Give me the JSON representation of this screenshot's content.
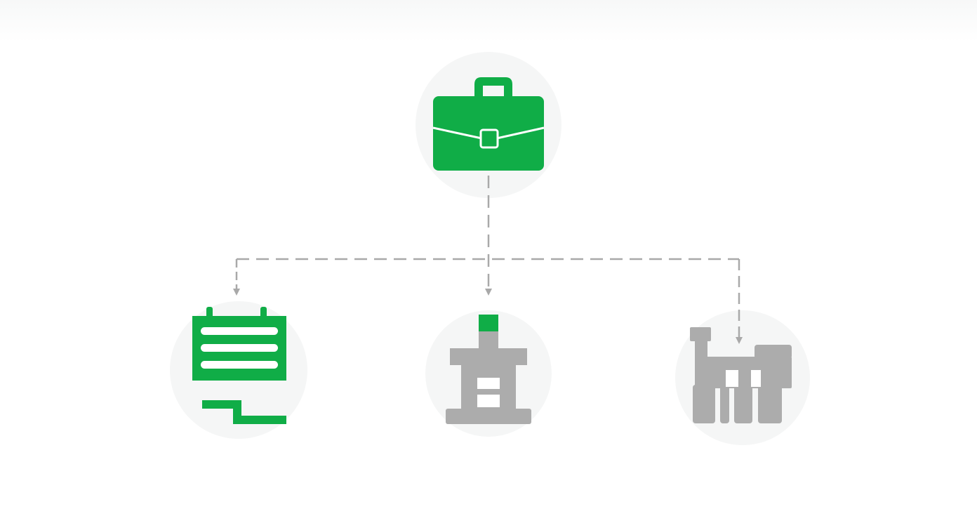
{
  "colors": {
    "accent": "#10ad47",
    "inactive": "#acacac",
    "connector": "#a9a9a9",
    "background": "#ffffff",
    "halo": "#f5f6f6"
  },
  "diagram": {
    "root": {
      "icon": "briefcase-icon",
      "state": "active"
    },
    "children": [
      {
        "icon": "signboard-icon",
        "state": "active"
      },
      {
        "icon": "building-block-icon",
        "state": "partial"
      },
      {
        "icon": "machine-block-icon",
        "state": "inactive"
      }
    ],
    "connector_style": "dashed-with-arrows"
  }
}
